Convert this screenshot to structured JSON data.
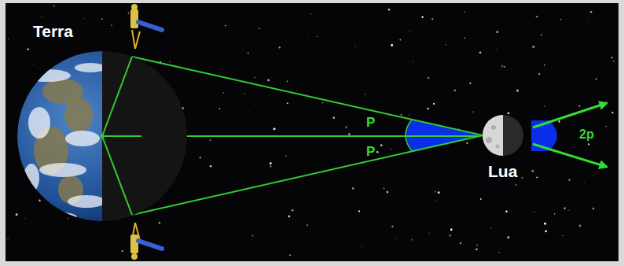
{
  "diagram": {
    "nodes": [
      {
        "text": [
          "Terra"
        ]
      },
      {
        "text": [
          "Lua"
        ]
      }
    ],
    "edges": [
      {
        "from": 0,
        "to": 1,
        "arrow": "none"
      }
    ],
    "labels": [
      "P",
      "P",
      "2p"
    ]
  }
}
